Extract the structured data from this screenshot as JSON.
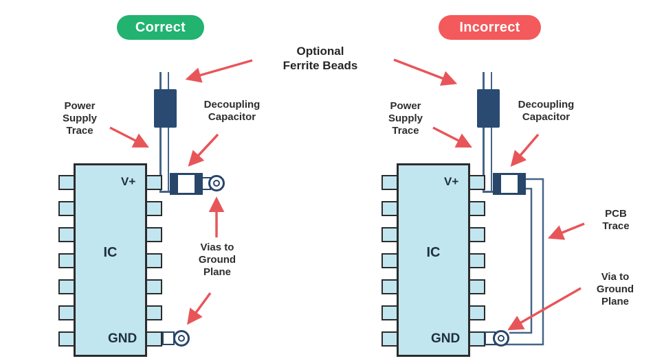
{
  "colors": {
    "badge_correct_green": "#21b36f",
    "badge_incorrect_red": "#f4595c",
    "component_navy": "#274669",
    "trace_blue": "#456487",
    "ic_fill_light_blue": "#c2e6f0",
    "arrow_red": "#e85559",
    "label_text": "#2d2d2d"
  },
  "center_label": {
    "lines": [
      "Optional",
      "Ferrite Beads"
    ]
  },
  "left": {
    "badge": "Correct",
    "power_supply_trace": {
      "lines": [
        "Power",
        "Supply",
        "Trace"
      ]
    },
    "decoupling_capacitor": {
      "lines": [
        "Decoupling",
        "Capacitor"
      ]
    },
    "vias_to_ground_plane": {
      "lines": [
        "Vias to",
        "Ground",
        "Plane"
      ]
    },
    "ic": {
      "top_pin_label": "V+",
      "chip_label": "IC",
      "bottom_pin_label": "GND"
    }
  },
  "right": {
    "badge": "Incorrect",
    "power_supply_trace": {
      "lines": [
        "Power",
        "Supply",
        "Trace"
      ]
    },
    "decoupling_capacitor": {
      "lines": [
        "Decoupling",
        "Capacitor"
      ]
    },
    "pcb_trace": {
      "lines": [
        "PCB",
        "Trace"
      ]
    },
    "via_to_ground_plane": {
      "lines": [
        "Via to",
        "Ground",
        "Plane"
      ]
    },
    "ic": {
      "top_pin_label": "V+",
      "chip_label": "IC",
      "bottom_pin_label": "GND"
    }
  }
}
